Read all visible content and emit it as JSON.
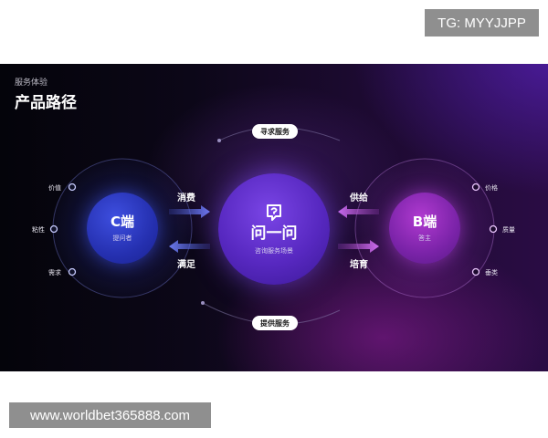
{
  "watermark_top": "TG: MYYJJPP",
  "watermark_bottom": "www.worldbet365888.com",
  "slide": {
    "subtitle": "服务体验",
    "title": "产品路径",
    "top_pill": "寻求服务",
    "bottom_pill": "提供服务",
    "center": {
      "title": "问一问",
      "subtitle": "咨询服务场景",
      "icon": "question-bubble-icon"
    },
    "left_node": {
      "title": "C端",
      "subtitle": "提问者"
    },
    "right_node": {
      "title": "B端",
      "subtitle": "答主"
    },
    "flows": {
      "left_top": "消费",
      "left_bottom": "满足",
      "right_top": "供给",
      "right_bottom": "培育"
    },
    "left_attributes": [
      "价值",
      "粘性",
      "需求"
    ],
    "right_attributes": [
      "价格",
      "质量",
      "垂类"
    ],
    "colors": {
      "c_node": "#2a35c0",
      "b_node": "#7a23a8",
      "center_node": "#5728c0",
      "left_arrow": "#4b5ad8",
      "right_arrow": "#b04ad0"
    }
  }
}
